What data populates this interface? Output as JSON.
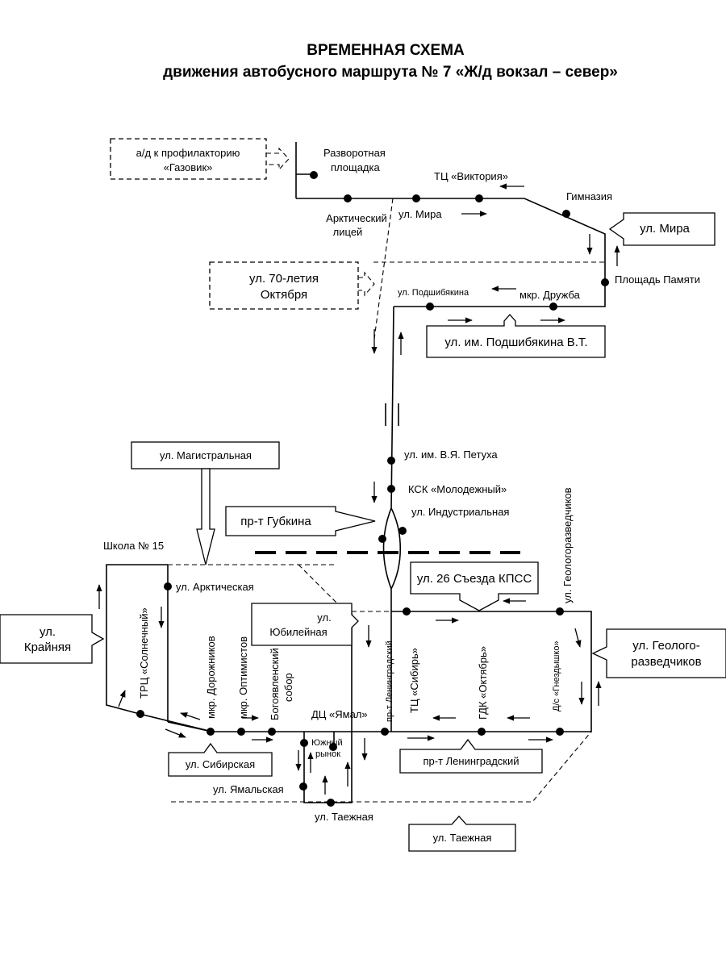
{
  "title": {
    "line1": "ВРЕМЕННАЯ СХЕМА",
    "line2": "движения автобусного маршрута № 7 «Ж/д вокзал – север»"
  },
  "stops": {
    "razvorot": [
      "Разворотная",
      "площадка"
    ],
    "arkt_licey": [
      "Арктический",
      "лицей"
    ],
    "mira": "ул. Мира",
    "viktoriya": "ТЦ «Виктория»",
    "gimnaziya": "Гимназия",
    "ploshad_pamyati": "Площадь Памяти",
    "druzhba": "мкр. Дружба",
    "podshibyakina": "ул. Подшибякина",
    "petukha": "ул. им. В.Я. Петуха",
    "ksk": "КСК «Молодежный»",
    "industrialnaya": "ул. Индустриальная",
    "shkola15": "Школа № 15",
    "arkticheskaya": "ул. Арктическая",
    "solnechny": "ТРЦ «Солнечный»",
    "dorozhnikov": "мкр. Дорожников",
    "optimistov": "мкр. Оптимистов",
    "sobor": [
      "Богоявленский",
      "собор"
    ],
    "yamal": "ДЦ «Ямал»",
    "yuzhny": [
      "Южный",
      "рынок"
    ],
    "leningradsky": "пр-т Ленинградский",
    "sibir": "ТЦ «Сибирь»",
    "oktyabr": "ГДК «Октябрь»",
    "gnezdyshko": "Д/с «Гнездышко»",
    "geologorazv": "ул. Геологоразведчиков",
    "yamalskaya": "ул. Ямальская",
    "taezhnaya": "ул. Таежная"
  },
  "boxes": {
    "gazovik": [
      "а/д к профилакторию",
      "«Газовик»"
    ],
    "oktyabrya70": [
      "ул. 70-летия",
      "Октября"
    ],
    "mira_entry": "ул. Мира",
    "podshibyakina_entry": "ул. им. Подшибякина В.Т.",
    "magistralnaya": "ул. Магистральная",
    "gubkina": "пр-т Губкина",
    "syezd26": "ул. 26 Съезда КПСС",
    "yubileynaya": [
      "ул.",
      "Юбилейная"
    ],
    "krainyaya": [
      "ул.",
      "Крайняя"
    ],
    "geologo": [
      "ул. Геолого-",
      "разведчиков"
    ],
    "sibirskaya": "ул. Сибирская",
    "leningradsky_box": "пр-т Ленинградский",
    "taezhnaya_box": "ул. Таежная"
  }
}
